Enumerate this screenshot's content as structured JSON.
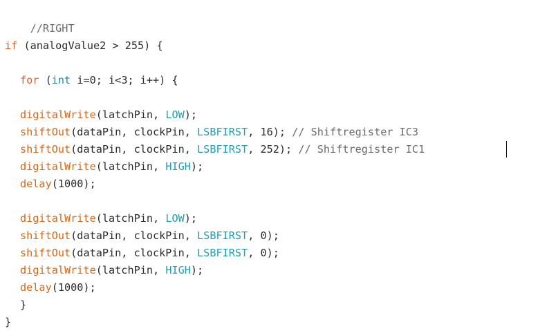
{
  "code": {
    "comment_right": "//RIGHT",
    "if_kw": "if",
    "if_rest": " (analogValue2 > 255) {",
    "for_kw": "for",
    "for_open": " (",
    "int_kw": "int",
    "for_rest": " i=0; i<3; i++) {",
    "fn_digitalWrite": "digitalWrite",
    "fn_shiftOut": "shiftOut",
    "fn_delay": "delay",
    "const_LOW": "LOW",
    "const_HIGH": "HIGH",
    "const_LSBFIRST": "LSBFIRST",
    "arg_latch_open": "(latchPin, ",
    "arg_close": ");",
    "arg_shift_open": "(dataPin, clockPin, ",
    "val_16": ", 16); ",
    "val_252": ", 252); ",
    "val_0": ", 0);",
    "comment_ic3": "// Shiftregister IC3",
    "comment_ic1": "// Shiftregister IC1",
    "delay_args": "(1000);",
    "close_for": "}",
    "close_if": "}"
  },
  "colors": {
    "keyword": "#cc6633",
    "type": "#1f8a9a",
    "function": "#d2691e",
    "constant": "#1f9fb0",
    "comment": "#6b6b6b",
    "text": "#2b2b2b",
    "background": "#ffffff"
  }
}
